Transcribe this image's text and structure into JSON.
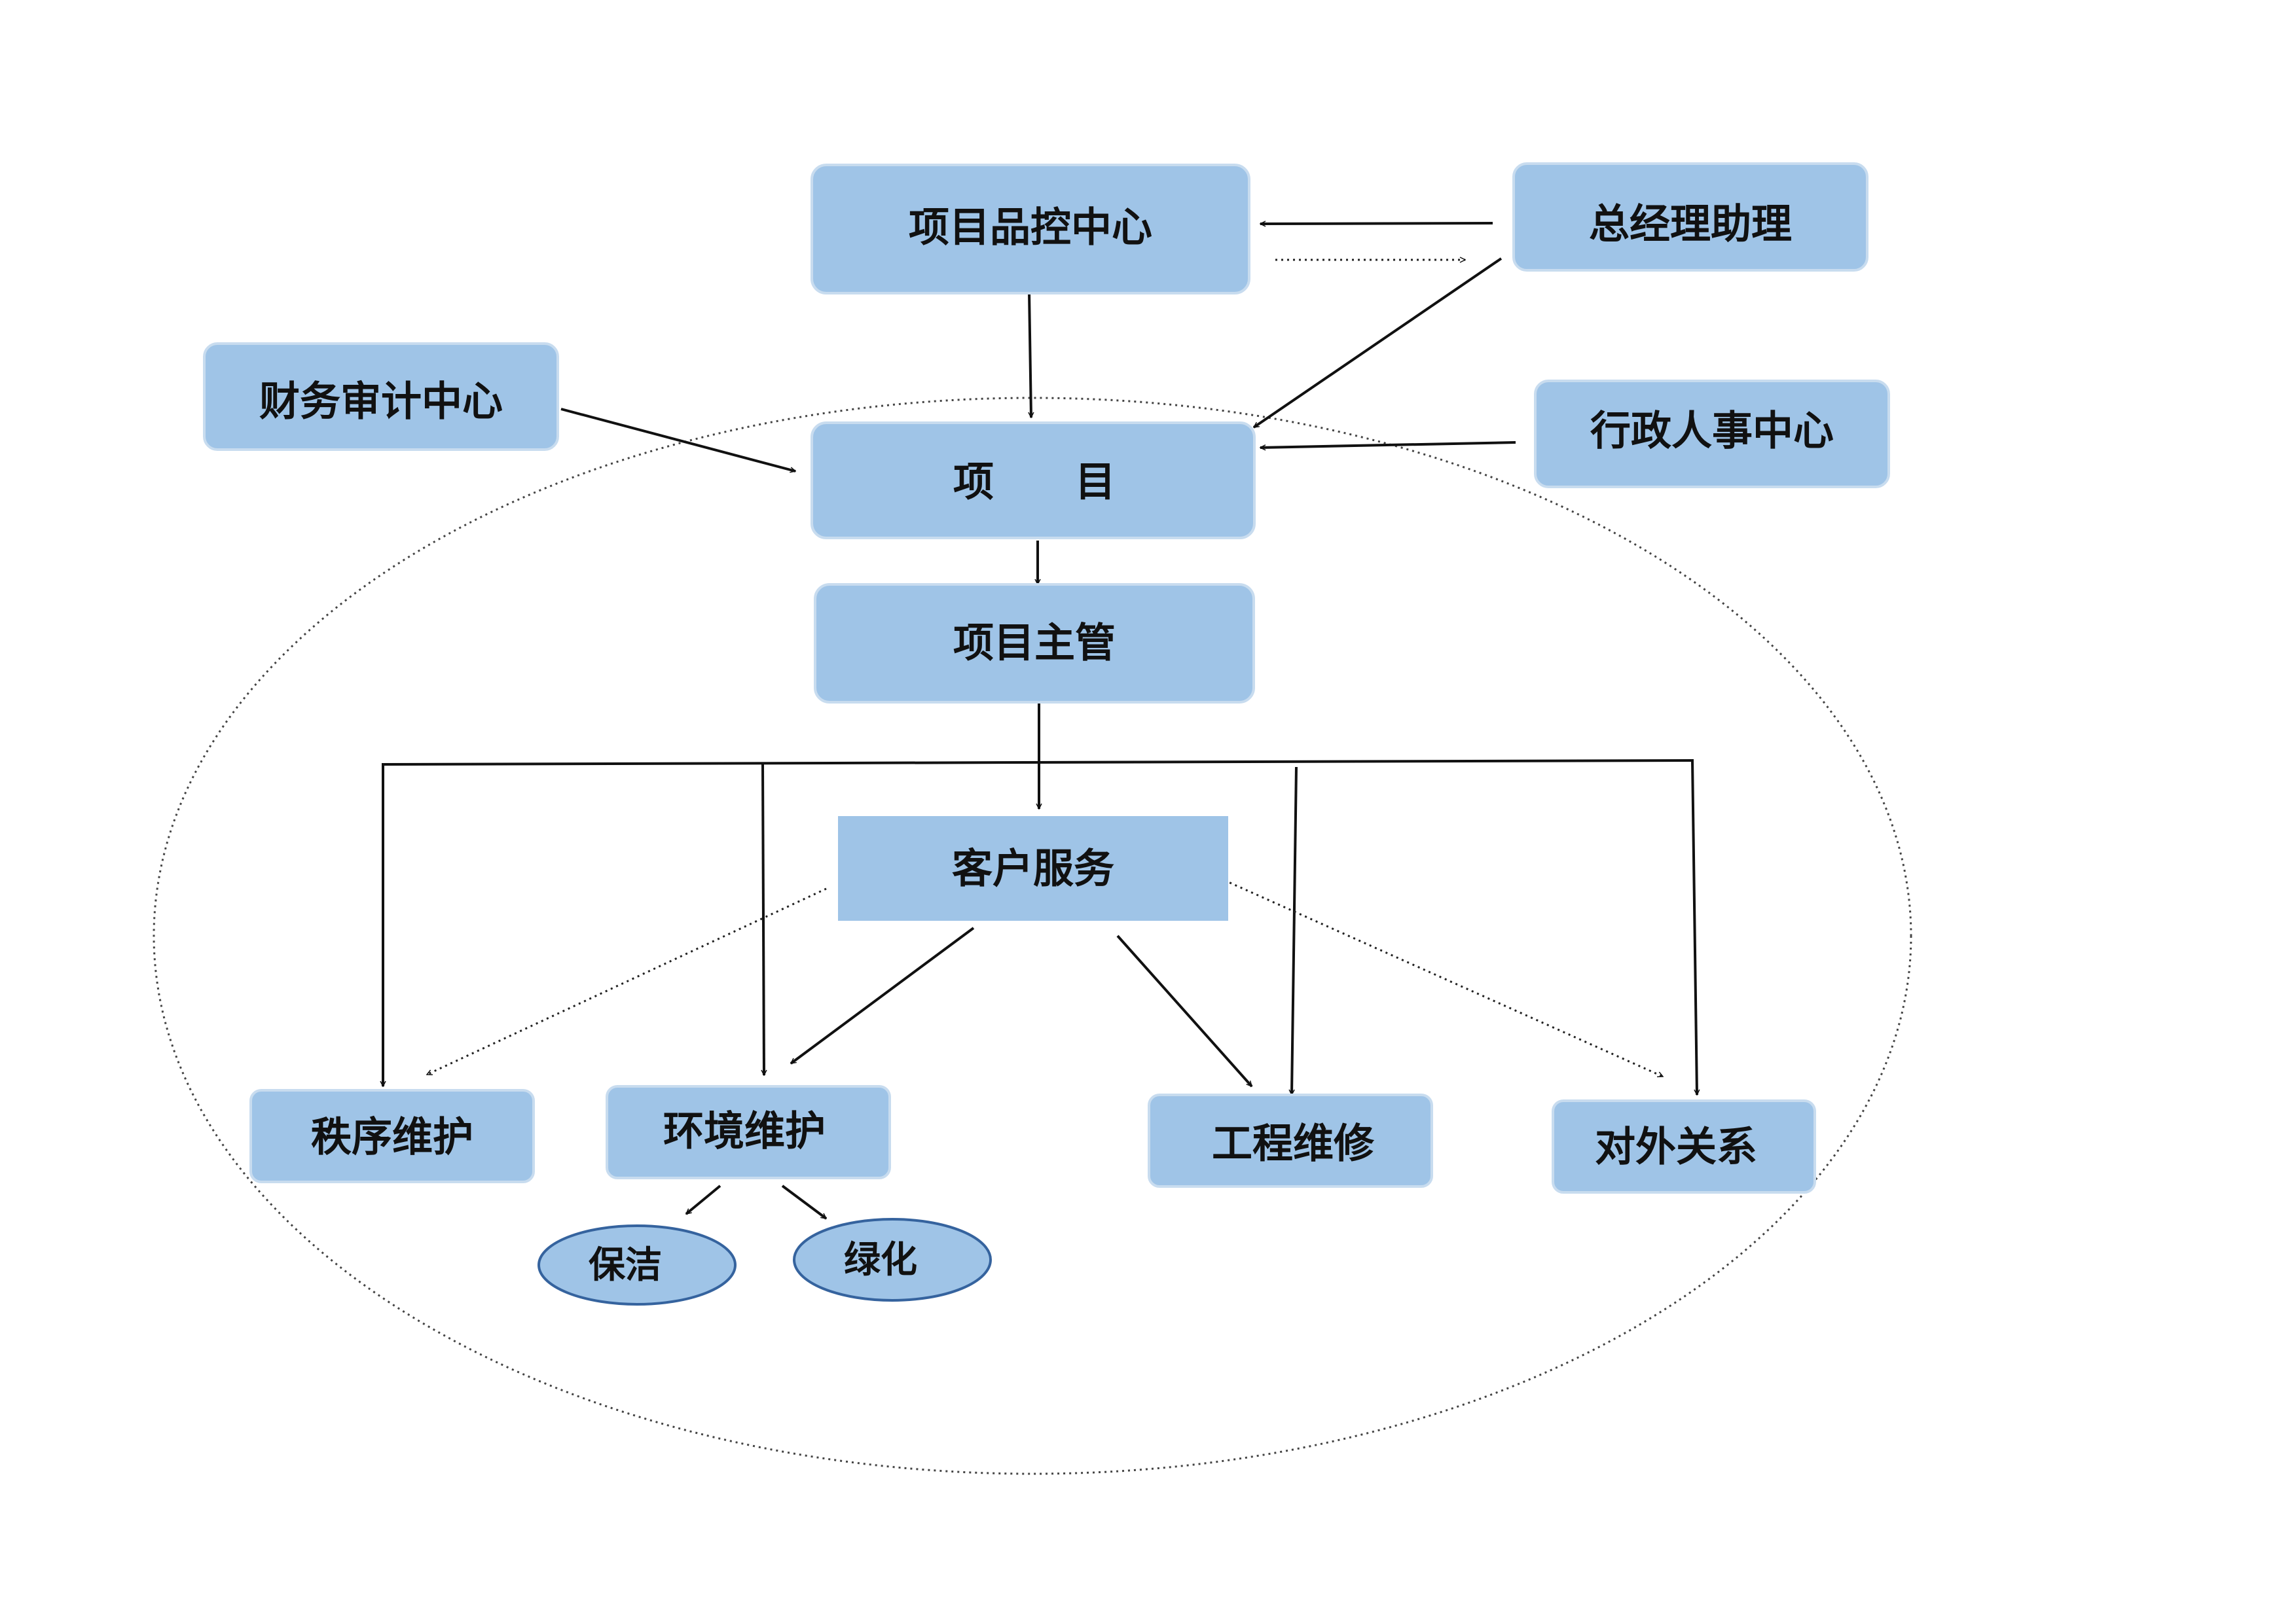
{
  "colors": {
    "node_fill": "#9fc4e7",
    "node_border": "#c8dcef",
    "ellipse_fill": "#9fc4e7",
    "ellipse_border": "#35639e",
    "line": "#111111",
    "text": "#111111"
  },
  "nodes": {
    "quality_center": "项目品控中心",
    "gm_assistant": "总经理助理",
    "finance_audit": "财务审计中心",
    "project": "项　　目",
    "admin_hr": "行政人事中心",
    "project_supervisor": "项目主管",
    "customer_service": "客户服务",
    "order_maintenance": "秩序维护",
    "environment_maintenance": "环境维护",
    "engineering_repair": "工程维修",
    "external_relations": "对外关系",
    "cleaning": "保洁",
    "greening": "绿化"
  }
}
